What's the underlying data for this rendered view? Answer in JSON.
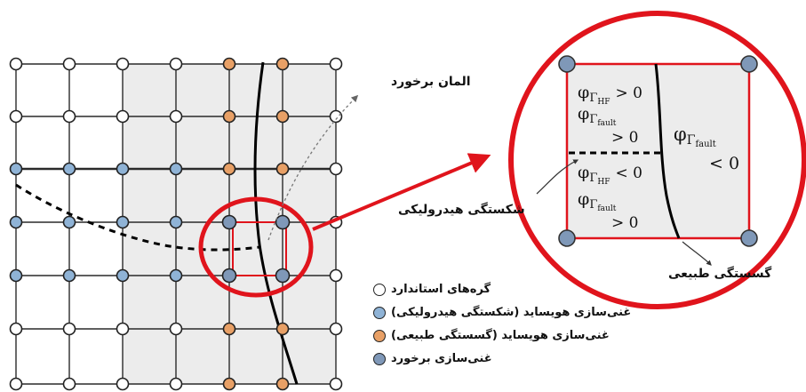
{
  "labels": {
    "enrichment_element": "المان برخورد",
    "hydraulic_fracture": "شکستگی هیدرولیکی",
    "natural_fracture": "گسستگی طبیعی"
  },
  "legend": [
    {
      "text": "گره‌های استاندارد",
      "marker": "standard"
    },
    {
      "text": "غنی‌سازی هویساید (شکستگی هیدرولیکی)",
      "marker": "hydraulic"
    },
    {
      "text": "غنی‌سازی هویساید (گسستگی طبیعی)",
      "marker": "natural"
    },
    {
      "text": "غنی‌سازی برخورد",
      "marker": "junction"
    }
  ],
  "math": {
    "phi": "φ",
    "gamma": "Γ",
    "sub_hf": "HF",
    "sub_fault": "fault",
    "gt0": "> 0",
    "lt0": "< 0"
  },
  "colors": {
    "standard_fill": "#ffffff",
    "hydraulic_fill": "#8fb3d6",
    "natural_fill": "#e8a066",
    "junction_fill": "#7f98b8",
    "highlight": "#e0141c",
    "shade": "#ececec",
    "grid": "#2a2a2a"
  }
}
